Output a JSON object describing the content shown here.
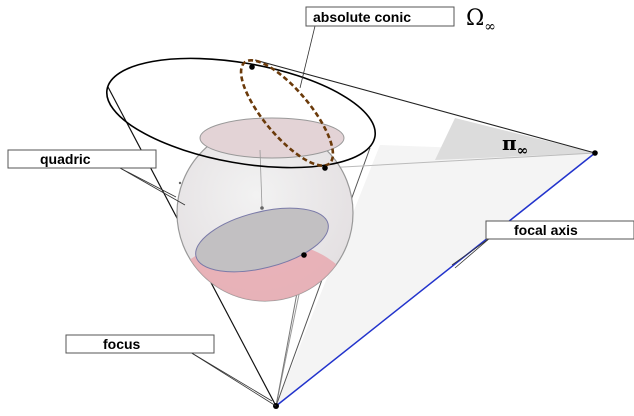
{
  "labels": {
    "absolute_conic": "absolute conic",
    "omega_symbol": "Ω",
    "omega_subscript": "∞",
    "pi_symbol": "π",
    "pi_subscript": "∞",
    "quadric": "quadric",
    "focal_axis": "focal axis",
    "focus": "focus"
  },
  "colors": {
    "focal_axis_line": "#2233cc",
    "absolute_conic_dash": "#6b3a0a",
    "sphere_fill": "#e9d4d8",
    "sphere_top_cap": "#eab9bf",
    "sphere_bottom_cap": "#e8a9b0",
    "section_ellipse_fill": "#bbbbbb",
    "plane_fill": "#dddddd"
  }
}
